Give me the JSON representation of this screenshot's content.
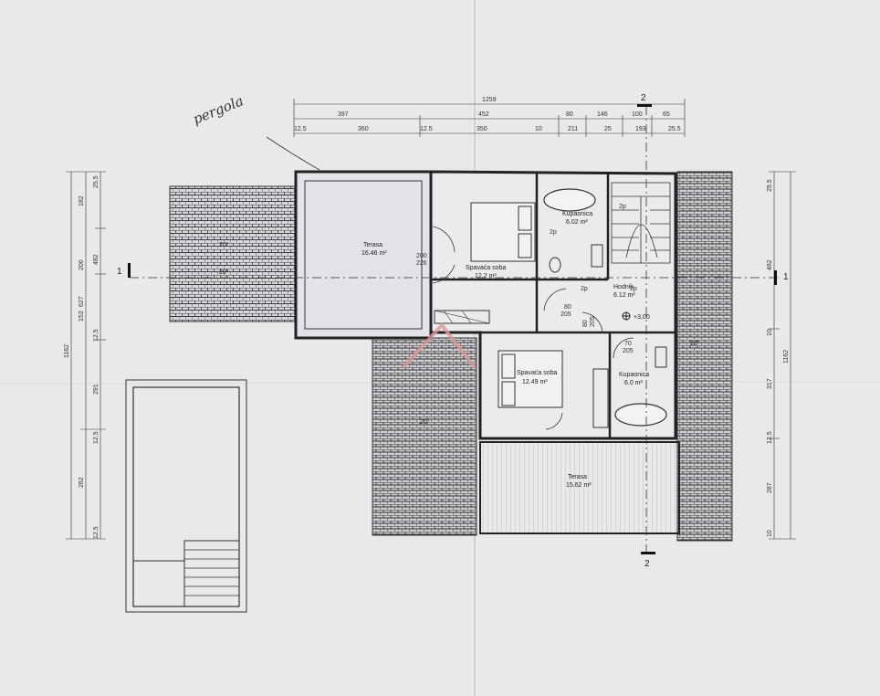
{
  "annotation": {
    "pergola": "pergola"
  },
  "section_marks": {
    "one": "1",
    "two": "2"
  },
  "top_dimensions": {
    "overall": "1259",
    "row2": [
      "397",
      "452",
      "80",
      "146",
      "100",
      "65"
    ],
    "row3": [
      "12.5",
      "360",
      "12.5",
      "350",
      "10",
      "211",
      "25",
      "193",
      "25.5"
    ]
  },
  "left_dimensions": {
    "overall": "1162",
    "col1": [
      "627",
      "262"
    ],
    "col2": [
      "182",
      "482",
      "153",
      "291",
      "12.5",
      "12.5",
      "12.5"
    ],
    "col3": [
      "25.5",
      "200"
    ]
  },
  "right_dimensions": {
    "overall": "1162",
    "col1": [
      "25.5",
      "482",
      "10",
      "317",
      "12.5",
      "287",
      "10"
    ]
  },
  "rooms": [
    {
      "name": "Terasa",
      "area": "16.46 m²"
    },
    {
      "name": "Spavaća soba",
      "area": "12.2 m²"
    },
    {
      "name": "Kupaonica",
      "area": "6.02 m²"
    },
    {
      "name": "Hodnik",
      "area": "6.12 m²"
    },
    {
      "name": "Spavaća soba",
      "area": "12.49 m²"
    },
    {
      "name": "Kupaonica",
      "area": "6.0 m²"
    },
    {
      "name": "Terasa",
      "area": "15.62 m²"
    }
  ],
  "level": "+3,00",
  "slopes": [
    "20°",
    "20°",
    "20°",
    "20°"
  ],
  "door_dims": [
    {
      "w": "80",
      "h": "205"
    },
    {
      "w": "80",
      "h": "205"
    },
    {
      "w": "70",
      "h": "205"
    },
    {
      "w": "200",
      "h": "226"
    }
  ],
  "codes": [
    "2p",
    "2p",
    "2p",
    "2p"
  ]
}
